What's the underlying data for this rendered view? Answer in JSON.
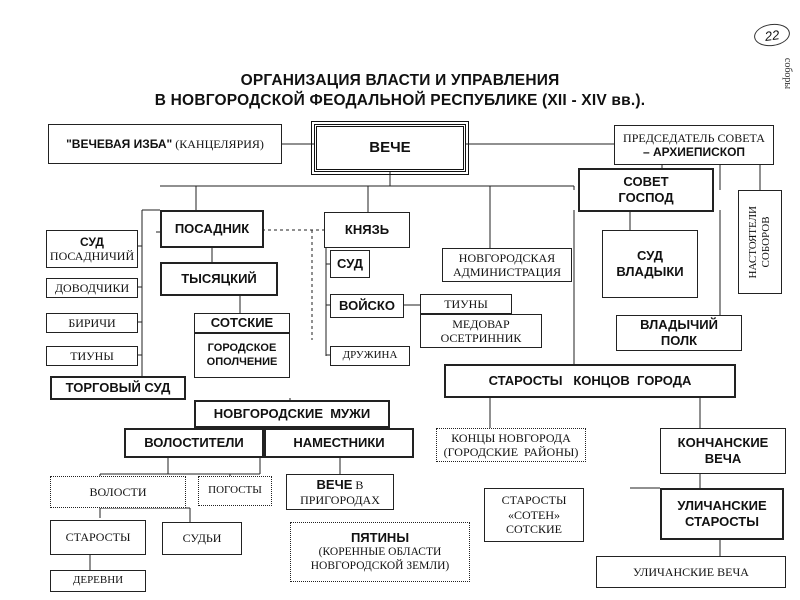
{
  "title_line1": "ОРГАНИЗАЦИЯ ВЛАСТИ И УПРАВЛЕНИЯ",
  "title_line2": "В НОВГОРОДСКОЙ ФЕОДАЛЬНОЙ РЕСПУБЛИКЕ (XII - XIV вв.).",
  "page_number": "22",
  "margin_note": "соборы",
  "nodes": {
    "veche": "ВЕЧЕ",
    "vechevaya_izba": "\"ВЕЧЕВАЯ ИЗБА\"",
    "kantselyariya": "(КАНЦЕЛЯРИЯ)",
    "chairman_line1": "ПРЕДСЕДАТЕЛЬ СОВЕТА",
    "chairman_line2": "– АРХИЕПИСКОП",
    "sovet_gospod_1": "СОВЕТ",
    "sovet_gospod_2": "ГОСПОД",
    "posadnik": "ПОСАДНИК",
    "knyaz": "КНЯЗЬ",
    "novgorod_admin_1": "НОВГОРОДСКАЯ",
    "novgorod_admin_2": "АДМИНИСТРАЦИЯ",
    "sud_vladyki_1": "СУД",
    "sud_vladyki_2": "ВЛАДЫКИ",
    "nastoyateli_1": "НАСТОЯТЕЛИ",
    "nastoyateli_2": "СОБОРОВ",
    "sud_posadnichiy_1": "СУД",
    "sud_posadnichiy_2": "ПОСАДНИЧИЙ",
    "tysyatsky": "ТЫСЯЦКИЙ",
    "sud_knyazya": "СУД",
    "dovodchiki": "ДОВОДЧИКИ",
    "birichi": "БИРИЧИ",
    "sotskie": "СОТСКИЕ",
    "opolchenie_1": "ГОРОДСКОЕ",
    "opolchenie_2": "ОПОЛЧЕНИЕ",
    "voysko": "ВОЙСКО",
    "tiuny_knyazya": "ТИУНЫ",
    "medovar_1": "МЕДОВАР",
    "medovar_2": "ОСЕТРИННИК",
    "vladychiy_polk_1": "ВЛАДЫЧИЙ",
    "vladychiy_polk_2": "ПОЛК",
    "tiuny_posadnika": "ТИУНЫ",
    "druzhina": "ДРУЖИНА",
    "torgovy_sud": "ТОРГОВЫЙ СУД",
    "starosty_kontsov": "СТАРОСТЫ   КОНЦОВ  ГОРОДА",
    "novgorodskie_muzhi": "НОВГОРОДСКИЕ  МУЖИ",
    "kontsy_1": "КОНЦЫ НОВГОРОДА",
    "kontsy_2": "(ГОРОДСКИЕ  РАЙОНЫ)",
    "konchanskie_1": "КОНЧАНСКИЕ",
    "konchanskie_2": "ВЕЧА",
    "volosteli": "ВОЛОСТИТЕЛИ",
    "namestniki": "НАМЕСТНИКИ",
    "volosti": "ВОЛОСТИ",
    "pogosty": "ПОГОСТЫ",
    "veche_prigorodah_1": "ВЕЧЕ",
    "veche_prigorodah_1b": "В",
    "veche_prigorodah_2": "ПРИГОРОДАХ",
    "starosty_soten_1": "СТАРОСТЫ",
    "starosty_soten_2": "«СОТЕН»",
    "starosty_soten_3": "СОТСКИЕ",
    "ulichanskie_starosty_1": "УЛИЧАНСКИЕ",
    "ulichanskie_starosty_2": "СТАРОСТЫ",
    "starosty_dereven": "СТАРОСТЫ",
    "sudi": "СУДЬИ",
    "pyatiny": "ПЯТИНЫ",
    "pyatiny_2": "(КОРЕННЫЕ ОБЛАСТИ",
    "pyatiny_3": "НОВГОРОДСКОЙ ЗЕМЛИ)",
    "derevni": "ДЕРЕВНИ",
    "ulichanskie_vecha": "УЛИЧАНСКИЕ ВЕЧА"
  }
}
